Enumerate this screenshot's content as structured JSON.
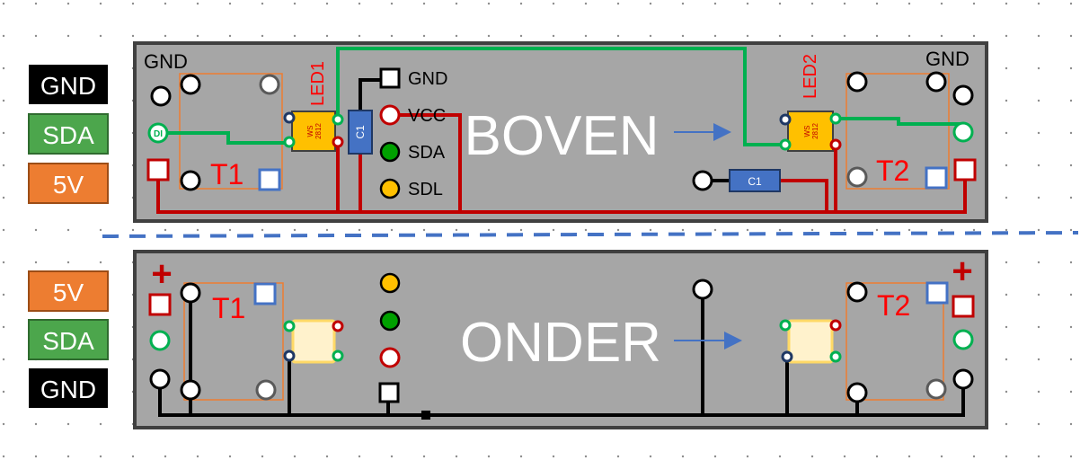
{
  "legend_top": [
    {
      "label": "GND",
      "color": "#000000"
    },
    {
      "label": "SDA",
      "color": "#4CA64C"
    },
    {
      "label": "5V",
      "color": "#ED7D31"
    }
  ],
  "legend_bottom": [
    {
      "label": "5V",
      "color": "#ED7D31"
    },
    {
      "label": "SDA",
      "color": "#4CA64C"
    },
    {
      "label": "GND",
      "color": "#000000"
    }
  ],
  "top_board": {
    "title": "BOVEN",
    "gnd_left": "GND",
    "gnd_right": "GND",
    "di_label": "DI",
    "led1": "LED1",
    "led2": "LED2",
    "chip_line1": "WS",
    "chip_line2": "2812",
    "t1": "T1",
    "t2": "T2",
    "cap_vertical": "C1",
    "cap_horizontal": "C1",
    "header": [
      "GND",
      "VCC",
      "SDA",
      "SDL"
    ]
  },
  "bottom_board": {
    "title": "ONDER",
    "plus": "+",
    "t1": "T1",
    "t2": "T2"
  },
  "colors": {
    "board": "#A6A6A6",
    "board_border": "#404040",
    "trace_green": "#00B050",
    "trace_red": "#C00000",
    "trace_black": "#000000",
    "pad_red": "#C00000",
    "pad_green": "#00B050",
    "pad_blue": "#4472C4",
    "pad_yellow": "#FFC000",
    "pad_dkgreen": "#00A000",
    "led_body": "#FFC000",
    "led_bottom": "#FFF2CC",
    "switch_outline": "#ED7D31",
    "cap": "#4472C4",
    "label_red": "#FF0000",
    "arrow": "#4472C4",
    "divider": "#4472C4"
  }
}
